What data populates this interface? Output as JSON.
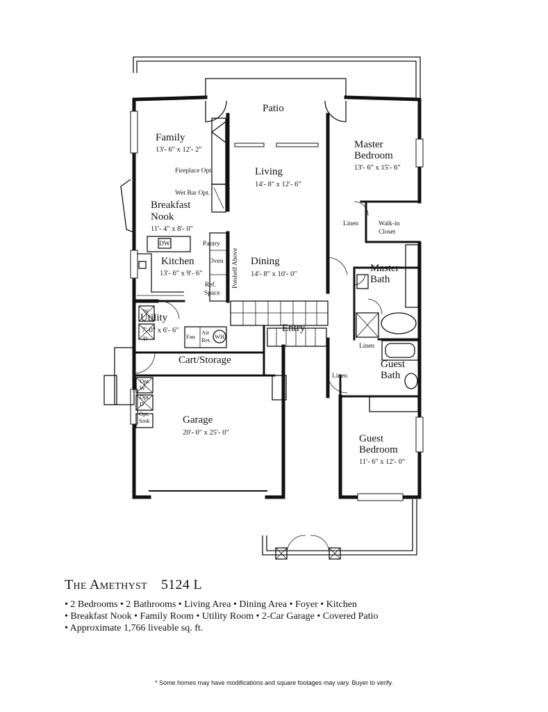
{
  "rooms": {
    "patio": {
      "name": "Patio"
    },
    "family": {
      "name": "Family",
      "dim": "13'- 6\" x 12'- 2\""
    },
    "living": {
      "name": "Living",
      "dim": "14'- 8\" x 12'- 6\""
    },
    "master_bedroom": {
      "name1": "Master",
      "name2": "Bedroom",
      "dim": "13'- 6\" x 15'- 6\""
    },
    "breakfast_nook": {
      "name1": "Breakfast",
      "name2": "Nook",
      "dim": "11'- 4\" x 8'- 0\""
    },
    "kitchen": {
      "name": "Kitchen",
      "dim": "13'- 6\" x 9'- 6\""
    },
    "dining": {
      "name": "Dining",
      "dim": "14'- 8\" x 10'- 0\""
    },
    "master_bath": {
      "name1": "Master",
      "name2": "Bath"
    },
    "utility": {
      "name": "Utility",
      "dim": "7'-0\" x 6'- 6\""
    },
    "entry": {
      "name": "Entry"
    },
    "cart_storage": {
      "name": "Cart/Storage"
    },
    "guest_bath": {
      "name1": "Guest",
      "name2": "Bath"
    },
    "garage": {
      "name": "Garage",
      "dim": "20'- 0\" x 25'- 0\""
    },
    "guest_bedroom": {
      "name1": "Guest",
      "name2": "Bedroom",
      "dim": "11'- 6\" x 12'- 0\""
    }
  },
  "labels": {
    "fireplace_opt": "Fireplace Opt.",
    "wet_bar_opt": "Wet Bar Opt.",
    "linen_master": "Linen",
    "walk_in_1": "Walk-in",
    "walk_in_2": "Closet",
    "dw": "DW",
    "pantry": "Pantry",
    "oven": "Oven",
    "potshelf_above": "Potshelf Above",
    "ref_1": "Ref.",
    "ref_2": "Space",
    "washer": "W",
    "dryer": "D",
    "fau": "Fau",
    "air_ret_1": "Air",
    "air_ret_2": "Ret.",
    "water_heater": "WH",
    "linen_guest": "Linen",
    "linen_hall": "Linen",
    "opt_w_1": "Opt.",
    "opt_w_2": "W",
    "opt_d_1": "Opt.",
    "opt_d_2": "D",
    "opt_sink_1": "Opt.",
    "opt_sink_2": "Sink"
  },
  "title": {
    "name": "The Amethyst",
    "plan_number": "5124 L"
  },
  "features": [
    "• 2 Bedrooms • 2 Bathrooms • Living Area • Dining Area • Foyer • Kitchen",
    "• Breakfast Nook • Family Room • Utility Room • 2-Car Garage • Covered Patio",
    "• Approximate 1,766 liveable sq. ft."
  ],
  "disclaimer": "* Some homes may have modifications and square footages may vary. Buyer to verify."
}
